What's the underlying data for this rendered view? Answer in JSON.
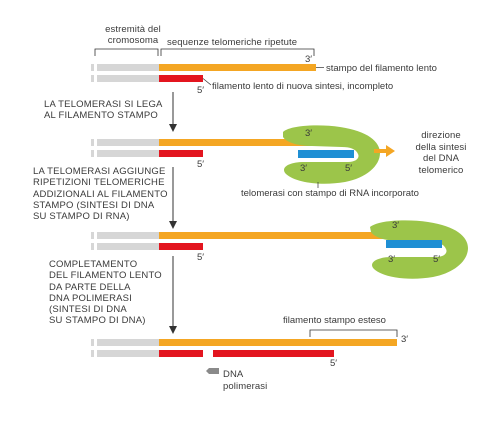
{
  "labels": {
    "chromosome_end": "estremità del cromosoma",
    "chromosome_end_l1": "estremità del",
    "chromosome_end_l2": "cromosoma",
    "repeated_sequences": "sequenze telomeriche ripetute",
    "template_strand": "stampo del filamento lento",
    "new_lagging_strand": "filamento lento di nuova sintesi, incompleto",
    "telomerase_rna": "telomerasi con stampo di RNA incorporato",
    "synthesis_direction": [
      "direzione",
      "della sintesi",
      "del DNA",
      "telomerico"
    ],
    "extended_template": "filamento stampo esteso",
    "dna_polymerase": [
      "DNA",
      "polimerasi"
    ]
  },
  "steps": [
    [
      "LA TELOMERASI SI LEGA",
      "AL FILAMENTO STAMPO"
    ],
    [
      "LA TELOMERASI AGGIUNGE",
      "RIPETIZIONI TELOMERICHE",
      "ADDIZIONALI AL FILAMENTO",
      "STAMPO (SINTESI DI DNA",
      "SU STAMPO DI RNA)"
    ],
    [
      "COMPLETAMENTO",
      "DEL FILAMENTO LENTO",
      "DA PARTE DELLA",
      "DNA POLIMERASI",
      "(SINTESI DI DNA",
      "SU STAMPO DI DNA)"
    ]
  ],
  "end_labels": {
    "three_prime": "3′",
    "five_prime": "5′"
  },
  "colors": {
    "chromosome_gray": "#d6d6d6",
    "telomere_orange": "#f4a623",
    "lagging_red": "#e3151f",
    "telomerase_green": "#9cc54a",
    "rna_blue": "#1f8fd4",
    "arrow_gray": "#8a8a8a",
    "arrow_orange": "#f4a623"
  }
}
